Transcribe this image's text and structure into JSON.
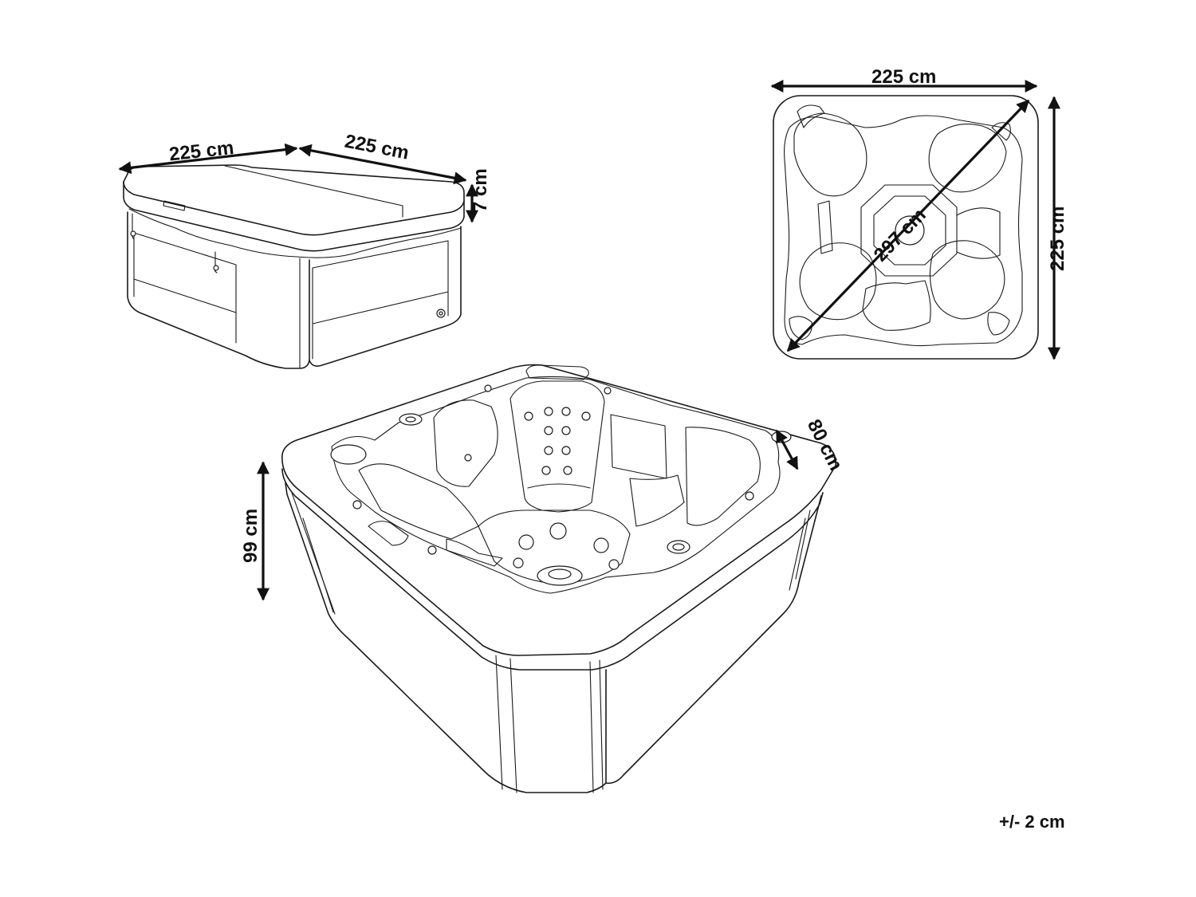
{
  "dimensions": {
    "cover_width": "225 cm",
    "cover_depth": "225 cm",
    "cover_thickness": "7 cm",
    "top_width": "225 cm",
    "top_depth": "225 cm",
    "diagonal": "297 cm",
    "height": "99 cm",
    "inner_depth": "80 cm"
  },
  "tolerance": "+/- 2 cm"
}
